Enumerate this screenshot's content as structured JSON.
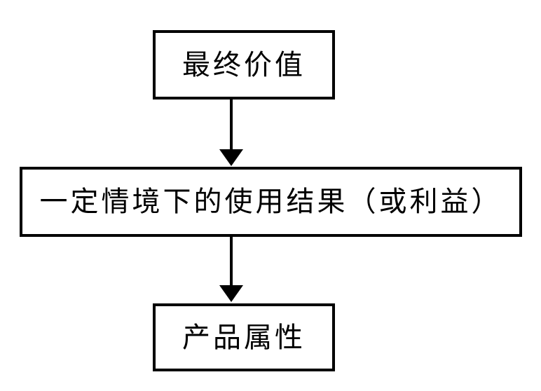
{
  "diagram": {
    "type": "flowchart",
    "background_color": "#ffffff",
    "stroke_color": "#000000",
    "nodes": [
      {
        "id": "end-value",
        "label": "最终价值"
      },
      {
        "id": "usage-outcome",
        "label": "一定情境下的使用结果（或利益）"
      },
      {
        "id": "product-attributes",
        "label": "产品属性"
      }
    ],
    "edges": [
      {
        "from": "end-value",
        "to": "usage-outcome",
        "direction": "down",
        "style": "solid-filled-arrowhead"
      },
      {
        "from": "usage-outcome",
        "to": "product-attributes",
        "direction": "down",
        "style": "solid-filled-arrowhead"
      }
    ]
  }
}
